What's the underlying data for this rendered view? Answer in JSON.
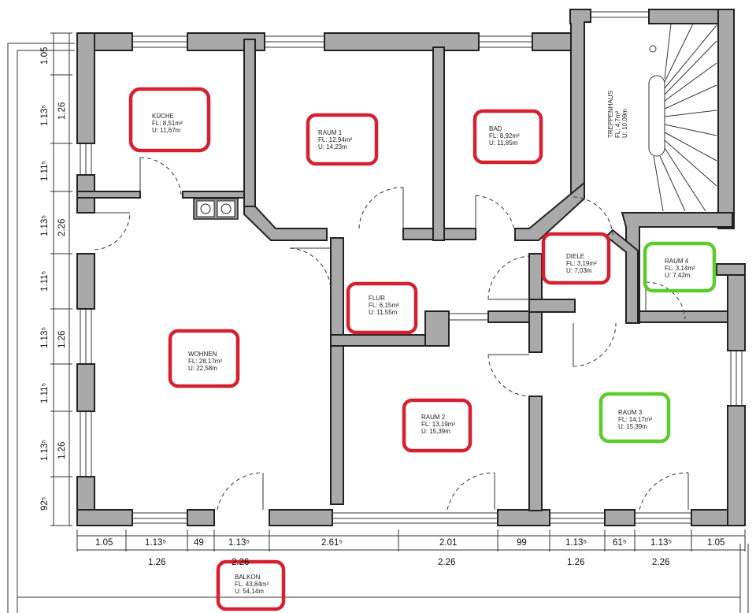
{
  "rooms": {
    "kueche": {
      "name": "KÜCHE",
      "fl": "FL: 8,51m²",
      "u": "U: 11,67m"
    },
    "raum1": {
      "name": "RAUM 1",
      "fl": "FL: 12,94m²",
      "u": "U: 14,23m"
    },
    "bad": {
      "name": "BAD",
      "fl": "FL: 8,92m²",
      "u": "U: 11,85m"
    },
    "treppenhaus": {
      "name": "TREPPENHAUS",
      "fl": "FL: 4,7m²",
      "u": "U: 10,09m"
    },
    "diele": {
      "name": "DIELE",
      "fl": "FL: 3,19m²",
      "u": "U: 7,03m"
    },
    "raum4": {
      "name": "RAUM 4",
      "fl": "FL: 3,14m²",
      "u": "U: 7,42m"
    },
    "flur": {
      "name": "FLUR",
      "fl": "FL: 6,15m²",
      "u": "U: 11,55m"
    },
    "wohnen": {
      "name": "WOHNEN",
      "fl": "FL: 28,17m²",
      "u": "U: 22,58m"
    },
    "raum2": {
      "name": "RAUM 2",
      "fl": "FL: 13,19m²",
      "u": "U: 15,39m"
    },
    "raum3": {
      "name": "RAUM 3",
      "fl": "FL: 14,17m²",
      "u": "U: 15,39m"
    },
    "balkon": {
      "name": "BALKON",
      "fl": "FL: 43,84m²",
      "u": "U: 54,14m"
    }
  },
  "highlight_colors": {
    "red": "#d6202f",
    "green": "#5ccc2c"
  },
  "dimensions": {
    "bottom_row1": [
      "1.05",
      "1.13⁵",
      "49",
      "1.13⁵",
      "2.61⁵",
      "2.01",
      "99",
      "1.13⁵",
      "61⁵",
      "1.13⁵",
      "1.05"
    ],
    "bottom_row2": [
      "1.26",
      "2.26",
      "2.26",
      "1.26",
      "2.26"
    ],
    "left_outer": [
      "1.05",
      "1.13⁵",
      "1.11⁵",
      "1.13⁵",
      "1.11⁵",
      "1.13⁵",
      "1.11⁵",
      "1.13⁵",
      "92⁵"
    ],
    "left_inner": [
      "1.26",
      "2.26",
      "1.26",
      "1.26"
    ]
  }
}
